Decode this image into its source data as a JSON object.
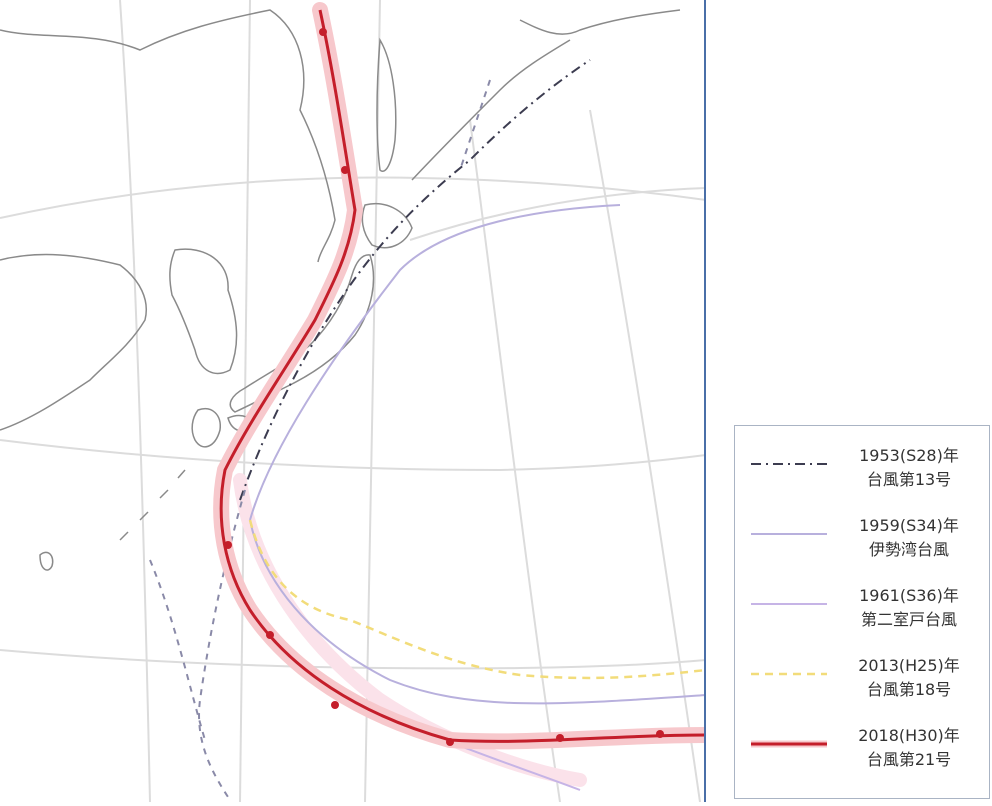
{
  "colors": {
    "background": "#ffffff",
    "land_fill": "#ffffff",
    "coastline": "#8a8a8a",
    "graticule": "#dcdcdc",
    "map_border": "#4a6fa8",
    "track_1953": "#3c3c50",
    "track_1959": "#b8b0dd",
    "track_1961": "#c6b4e6",
    "track_2013": "#f2dc7a",
    "track_2018": "#c41e2a",
    "track_2018_halo": "#f7c8cc",
    "track_1959_halo": "#fbe2ea",
    "track_1953_alt": "#8a8aa8"
  },
  "legend": {
    "items": [
      {
        "line1": "1953(S28)年",
        "line2": "台風第13号",
        "style": "dashed-dot",
        "color_key": "track_1953"
      },
      {
        "line1": "1959(S34)年",
        "line2": "伊勢湾台風",
        "style": "solid",
        "color_key": "track_1959"
      },
      {
        "line1": "1961(S36)年",
        "line2": "第二室戸台風",
        "style": "solid",
        "color_key": "track_1961"
      },
      {
        "line1": "2013(H25)年",
        "line2": "台風第18号",
        "style": "dashed",
        "color_key": "track_2013"
      },
      {
        "line1": "2018(H30)年",
        "line2": "台風第21号",
        "style": "solid-bold",
        "color_key": "track_2018"
      }
    ]
  }
}
